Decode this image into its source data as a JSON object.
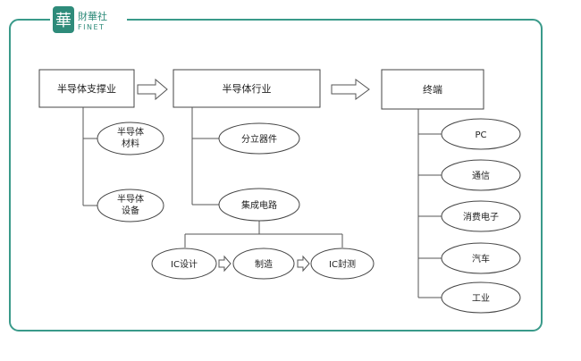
{
  "brand": {
    "logo_glyph": "華",
    "name_cn": "財華社",
    "name_en": "FINET",
    "color": "#2e8b7a"
  },
  "frame_color": "#3a9a8a",
  "diagram": {
    "support": {
      "title": "半导体支撑业",
      "children": [
        [
          "半导体",
          "材料"
        ],
        [
          "半导体",
          "设备"
        ]
      ]
    },
    "industry": {
      "title": "半导体行业",
      "discrete": "分立器件",
      "ic": "集成电路",
      "ic_chain": [
        "IC设计",
        "制造",
        "IC封测"
      ]
    },
    "terminal": {
      "title": "终端",
      "children": [
        "PC",
        "通信",
        "消费电子",
        "汽车",
        "工业"
      ]
    }
  }
}
